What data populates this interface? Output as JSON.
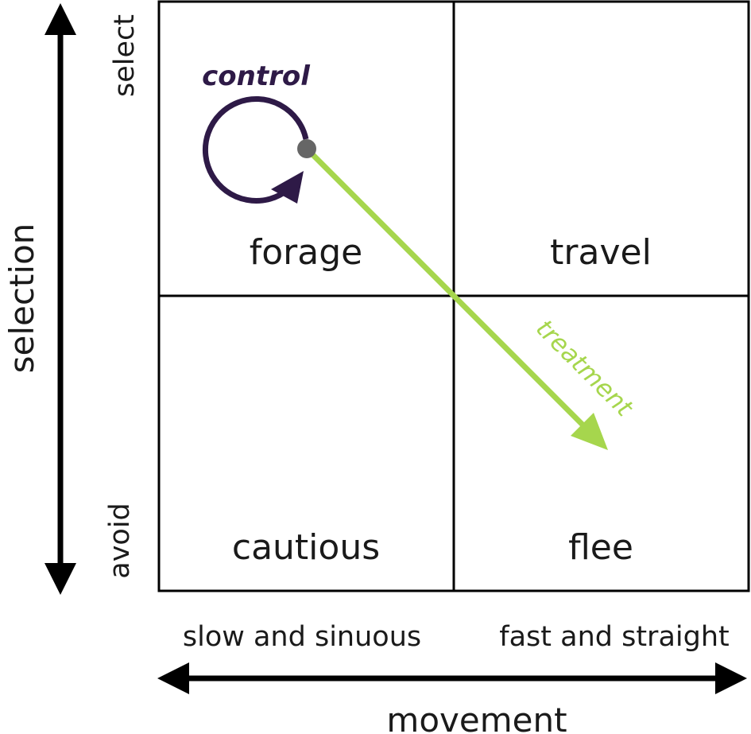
{
  "quadrants": {
    "top_left": "forage",
    "top_right": "travel",
    "bottom_left": "cautious",
    "bottom_right": "flee"
  },
  "y_axis": {
    "title": "selection",
    "top_label": "select",
    "bottom_label": "avoid"
  },
  "x_axis": {
    "title": "movement",
    "left_label": "slow and sinuous",
    "right_label": "fast and straight"
  },
  "control": {
    "label": "control",
    "color": "#2e1a47"
  },
  "treatment": {
    "label": "treatment",
    "color": "#a6d64d"
  },
  "start_point_color": "#666666",
  "line_color": "#000000"
}
